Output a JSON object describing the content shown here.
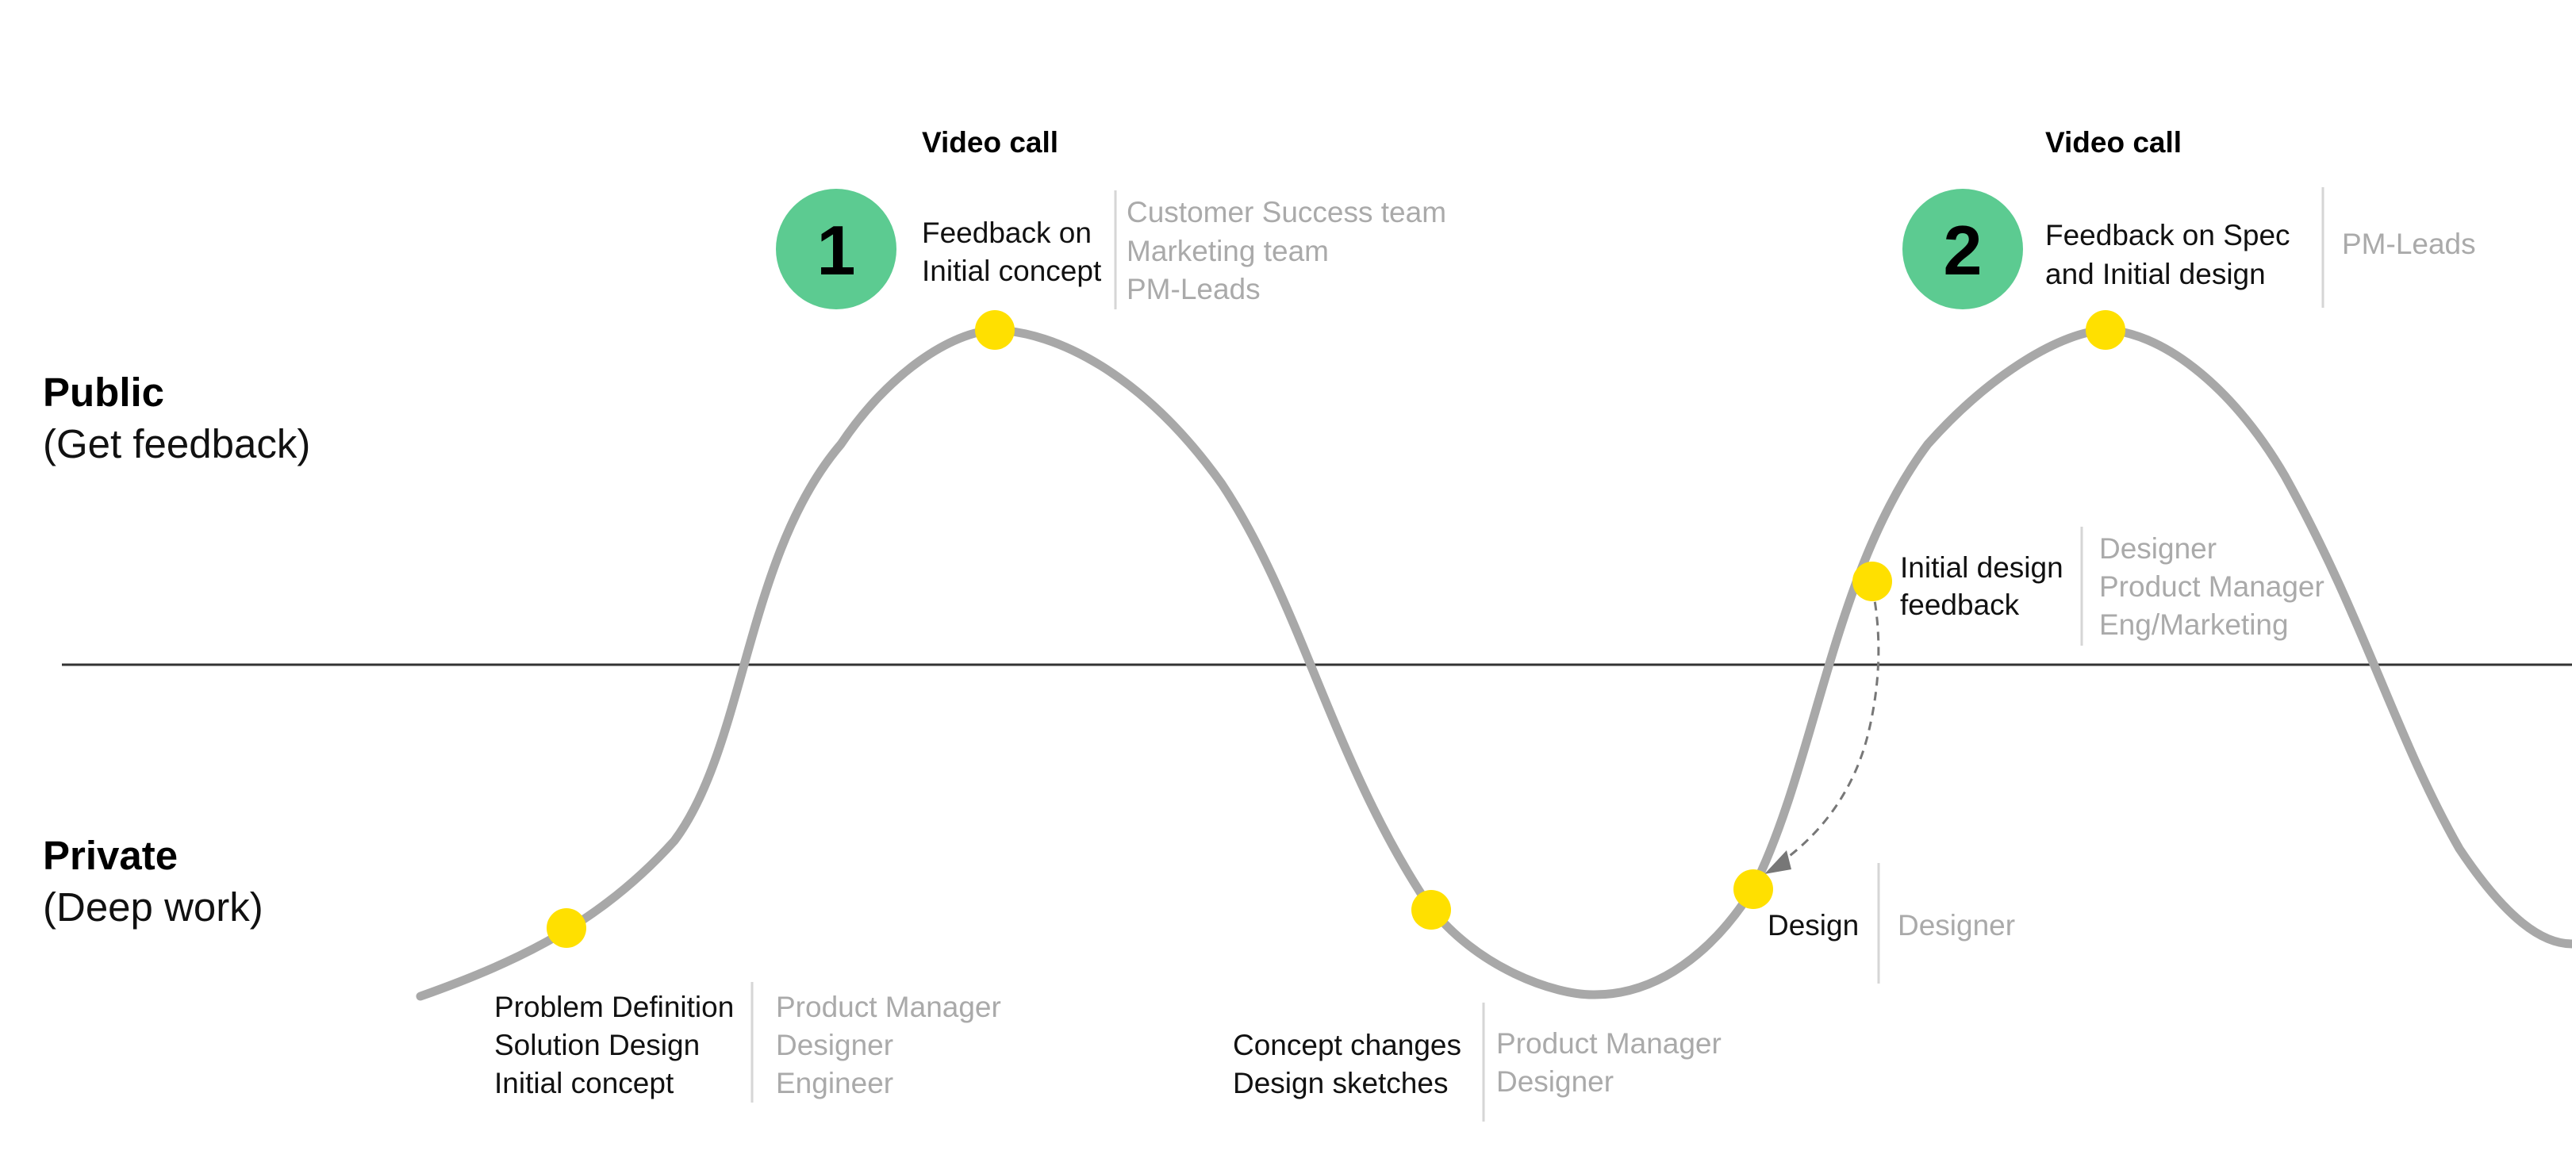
{
  "zones": {
    "public": {
      "title": "Public",
      "subtitle": "(Get feedback)"
    },
    "private": {
      "title": "Private",
      "subtitle": "(Deep work)"
    }
  },
  "milestones": [
    {
      "number": "1",
      "heading": "Video call",
      "text": [
        "Feedback on",
        "Initial concept"
      ],
      "people": [
        "Customer Success team",
        "Marketing team",
        "PM-Leads"
      ]
    },
    {
      "number": "2",
      "heading": "Video call",
      "text": [
        "Feedback on Spec",
        "and Initial design"
      ],
      "people": [
        "PM-Leads"
      ]
    }
  ],
  "steps": [
    {
      "text": [
        "Problem Definition",
        "Solution Design",
        "Initial concept"
      ],
      "people": [
        "Product Manager",
        "Designer",
        "Engineer"
      ]
    },
    {
      "text": [
        "Concept changes",
        "Design sketches"
      ],
      "people": [
        "Product Manager",
        "Designer"
      ]
    },
    {
      "text": [
        "Design"
      ],
      "people": [
        "Designer"
      ]
    },
    {
      "text": [
        "Initial design",
        "feedback"
      ],
      "people": [
        "Designer",
        "Product Manager",
        "Eng/Marketing"
      ]
    }
  ],
  "colors": {
    "curve": "#a8a8a8",
    "dot": "#ffe000",
    "badge": "#5ccb91",
    "divider": "#333333",
    "muted": "#aaaaaa",
    "separator": "#d6d6d6"
  }
}
